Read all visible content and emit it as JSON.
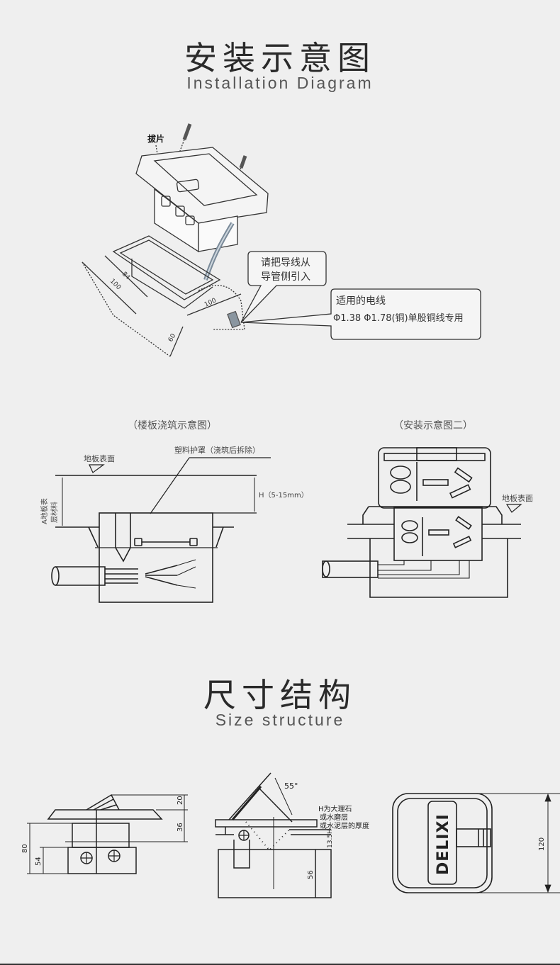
{
  "section1": {
    "title_cn": "安装示意图",
    "title_en": "Installation Diagram"
  },
  "iso_diagram": {
    "tab_label": "拔片",
    "dims": [
      "84",
      "100",
      "100",
      "60"
    ],
    "callout1": [
      "请把导线从",
      "导管侧引入"
    ],
    "callout2_title": "适用的电线",
    "callout2_body": "Φ1.38 Φ1.78(铜)单股铜线专用"
  },
  "slab_diagram": {
    "caption": "（楼板浇筑示意图）",
    "floor_surface": "地板表面",
    "cover_label": "塑料护罩（浇筑后拆除）",
    "h_label": "H（5-15mm）",
    "a_label": [
      "A地板表",
      "层材料"
    ]
  },
  "install2_diagram": {
    "caption": "（安装示意图二）",
    "floor_surface": "地板表面"
  },
  "section2": {
    "title_cn": "尺寸结构",
    "title_en": "Size structure"
  },
  "side_view": {
    "dims": [
      "20",
      "36",
      "80",
      "54"
    ]
  },
  "angle_view": {
    "angle": "55°",
    "note": [
      "H为大理石",
      "或水磨层",
      "或水泥层的厚度"
    ],
    "dim_h": "13.5H",
    "dim_56": "56"
  },
  "top_view": {
    "brand": "DELIXI",
    "dim": "120"
  }
}
